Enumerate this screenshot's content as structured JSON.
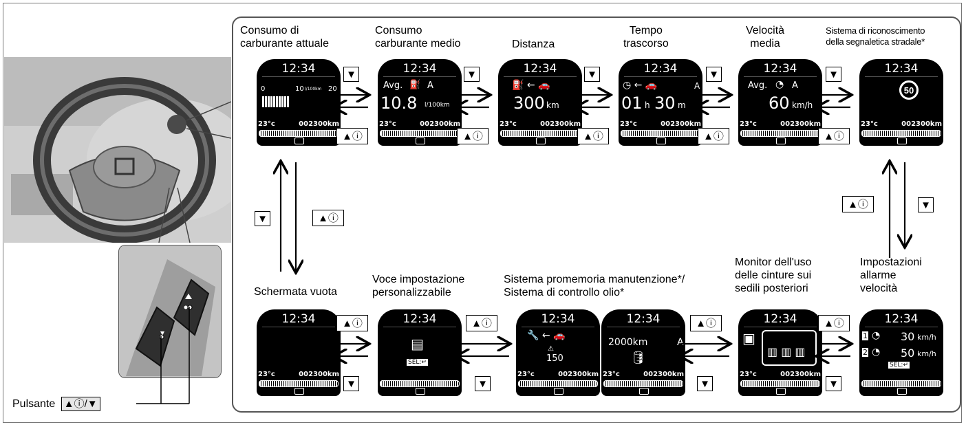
{
  "labels": {
    "consumo_attuale": "Consumo di\ncarburante attuale",
    "consumo_medio": "Consumo\ncarburante medio",
    "distanza": "Distanza",
    "tempo": "Tempo\ntrascorso",
    "velocita": "Velocità\nmedia",
    "segnaletica": "Sistema di riconoscimento\ndella segnaletica stradale*",
    "schermata_vuota": "Schermata vuota",
    "voce_impostazione": "Voce impostazione\npersonalizzabile",
    "promemoria": "Sistema promemoria manutenzione*/\nSistema di controllo olio*",
    "monitor_cinture": "Monitor dell'uso\ndelle cinture sui\nsedili posteriori",
    "allarme_velocita": "Impostazioni\nallarme\nvelocità"
  },
  "buttons": {
    "down_symbol": "▼",
    "up_info_symbol": "▲ⓘ"
  },
  "pulsante": {
    "label": "Pulsante",
    "buttons": "▲ⓘ/▼"
  },
  "screens": {
    "time": "12:34",
    "temperature": "23°c",
    "odometer": "002300km",
    "gauge_end": "1",
    "consumo_attuale": {
      "scale_0": "0",
      "scale_10": "10",
      "unit": "l/100km",
      "scale_20": "20"
    },
    "consumo_medio": {
      "avg": "Avg.",
      "mode": "A",
      "value": "10.8",
      "unit": "l/100km"
    },
    "distanza": {
      "value": "300",
      "unit": "km"
    },
    "tempo": {
      "mode": "A",
      "hours": "01",
      "h": "h",
      "minutes": "30",
      "m": "m"
    },
    "velocita": {
      "avg": "Avg.",
      "mode": "A",
      "value": "60",
      "unit": "km/h"
    },
    "segnaletica": {
      "sign": "50"
    },
    "voce_impostazione": {
      "sel": "SEL:↵"
    },
    "promemoria": {
      "value": "150",
      "oil_km": "2000km",
      "oil_mode": "A"
    },
    "allarme_velocita": {
      "speed1_index": "1",
      "speed1": "30",
      "speed2_index": "2",
      "speed2": "50",
      "unit": "km/h",
      "sel": "SEL:↵"
    }
  }
}
